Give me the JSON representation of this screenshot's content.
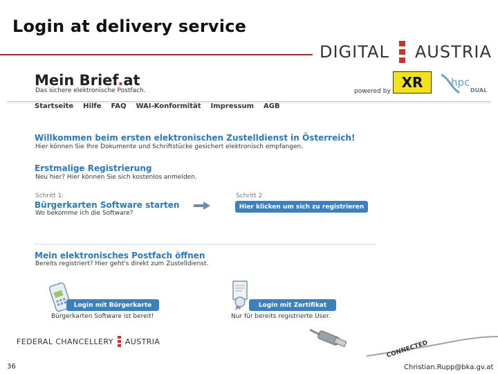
{
  "slide": {
    "title": "Login at delivery service",
    "page_number": "36",
    "contact_email": "Christian.Rupp@bka.gv.at",
    "accent_color": "#c0392b"
  },
  "logos": {
    "digital_austria_left": "DIGITAL",
    "digital_austria_right": "AUSTRIA",
    "federal_chancellery_left": "FEDERAL CHANCELLERY",
    "federal_chancellery_right": "AUSTRIA",
    "raiffeisen": "XR",
    "hpc": "hpc",
    "hpc_sub": "DUAL",
    "connected": "CONNECTED"
  },
  "site": {
    "brand_main": "Mein Brief",
    "brand_dot": ".",
    "brand_tld": "at",
    "tagline": "Das sichere elektronische Postfach.",
    "powered_by": "powered by",
    "nav": [
      "Startseite",
      "Hilfe",
      "FAQ",
      "WAI-Konformität",
      "Impressum",
      "AGB"
    ],
    "welcome_title": "Willkommen beim ersten elektronischen Zustelldienst in Österreich!",
    "welcome_text": "Hier können Sie Ihre Dokumente und Schriftstücke gesichert elektronisch empfangen.",
    "registration_title": "Erstmalige Registrierung",
    "registration_text": "Neu hier? Hier können Sie sich kostenlos anmelden.",
    "step1_label": "Schritt 1:",
    "step1_title": "Bürgerkarten Software starten",
    "step1_text": "Wo bekomme ich die Software?",
    "step2_label": "Schritt 2",
    "register_button": "Hier klicken um sich zu registrieren",
    "postfach_title": "Mein elektronisches Postfach öffnen",
    "postfach_text": "Bereits registriert? Hier geht's direkt zum Zustelldienst.",
    "login_card_button": "Login mit Bürgerkarte",
    "login_card_note": "Bürgerkarten Software ist bereit!",
    "login_cert_button": "Login mit Zertifikat",
    "login_cert_note": "Nur für bereits registrierte User."
  }
}
